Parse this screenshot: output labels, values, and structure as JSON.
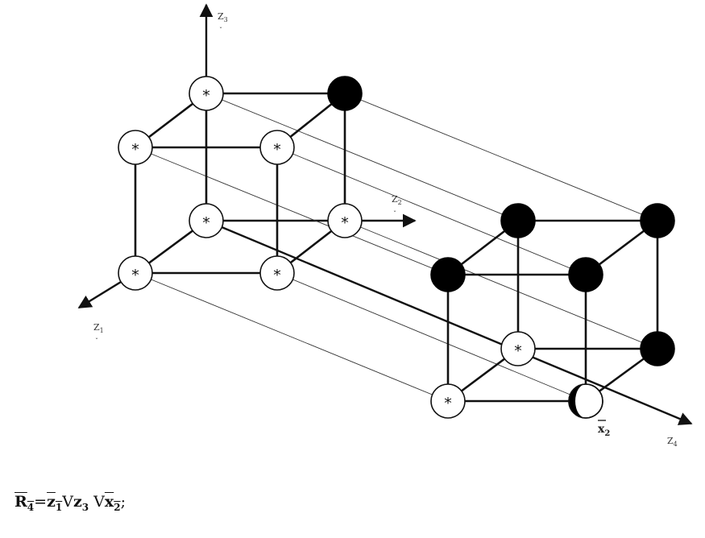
{
  "axes": {
    "z1": {
      "label": "Z",
      "sub": "1"
    },
    "z2": {
      "label": "Z",
      "sub": "2"
    },
    "z3": {
      "label": "Z",
      "sub": "3"
    },
    "z4": {
      "label": "Z",
      "sub": "4"
    }
  },
  "node_mark": "*",
  "x2_label": {
    "letter": "x",
    "sub": "2"
  },
  "formula": {
    "lhs": {
      "letter": "R",
      "sub": "4"
    },
    "eq": "=",
    "t1": {
      "letter": "z",
      "sub": "1"
    },
    "or1": "V",
    "t2": {
      "letter": "z",
      "sub": "3"
    },
    "or2": " V",
    "t3": {
      "letter": "x",
      "sub": "2"
    },
    "end": ";"
  }
}
